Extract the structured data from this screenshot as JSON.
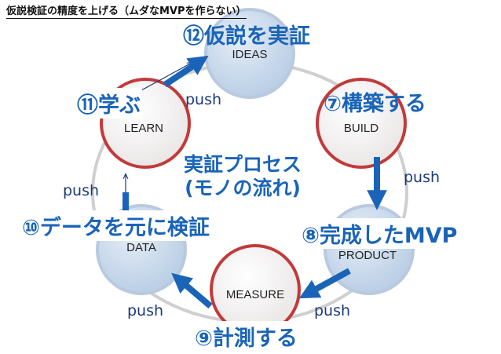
{
  "header": "仮説検証の精度を上げる（ムダなMVPを作らない）",
  "nodes": {
    "ideas": "IDEAS",
    "build": "BUILD",
    "product": "PRODUCT",
    "measure": "MEASURE",
    "data": "DATA",
    "learn": "LEARN"
  },
  "steps": {
    "s12": "⑫仮説を実証",
    "s7": "⑦構築する",
    "s8": "⑧完成したMVP",
    "s9": "⑨計測する",
    "s10": "⑩データを元に検証",
    "s11": "⑪学ぶ"
  },
  "center": {
    "line1": "実証プロセス",
    "line2": "(モノの流れ)"
  },
  "push_label": "push",
  "colors": {
    "accent_blue": "#1a64b8",
    "node_blue_fill": "#c5d6ea",
    "node_red_fill": "#f4f2f2",
    "node_blue_stroke": "#b9c9df",
    "node_red_stroke": "#c23a3a",
    "ring": "#c9c9c9"
  }
}
